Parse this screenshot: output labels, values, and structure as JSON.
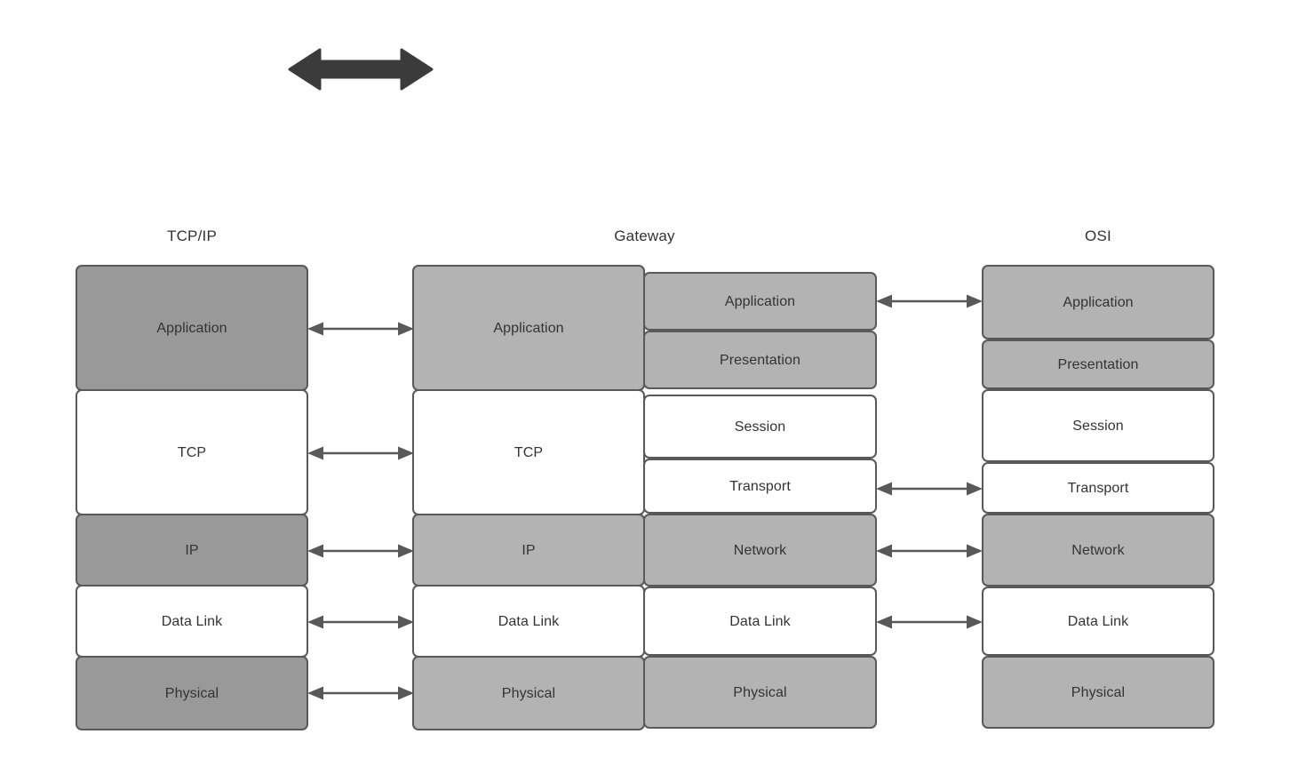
{
  "diagram": {
    "title_tcpip": "TCP/IP",
    "title_gateway": "Gateway",
    "title_osi": "OSI",
    "colors": {
      "fill_dark_gray": "#999999",
      "fill_light_gray": "#b3b3b3",
      "fill_white": "#ffffff",
      "stroke": "#595959",
      "big_arrow": "#3b3b3b",
      "text": "#333333"
    }
  },
  "columns": {
    "tcpip": {
      "label": "TCP/IP",
      "layers": [
        {
          "label": "Application",
          "fill": "dark-gray"
        },
        {
          "label": "TCP",
          "fill": "white"
        },
        {
          "label": "IP",
          "fill": "dark-gray"
        },
        {
          "label": "Data Link",
          "fill": "white"
        },
        {
          "label": "Physical",
          "fill": "dark-gray"
        }
      ]
    },
    "gateway": {
      "label": "Gateway",
      "left_layers": [
        {
          "label": "Application",
          "fill": "light-gray"
        },
        {
          "label": "TCP",
          "fill": "white"
        },
        {
          "label": "IP",
          "fill": "light-gray"
        },
        {
          "label": "Data Link",
          "fill": "white"
        },
        {
          "label": "Physical",
          "fill": "light-gray"
        }
      ],
      "right_layers": [
        {
          "label": "Application",
          "fill": "light-gray"
        },
        {
          "label": "Presentation",
          "fill": "light-gray"
        },
        {
          "label": "Session",
          "fill": "white"
        },
        {
          "label": "Transport",
          "fill": "white"
        },
        {
          "label": "Network",
          "fill": "light-gray"
        },
        {
          "label": "Data Link",
          "fill": "white"
        },
        {
          "label": "Physical",
          "fill": "light-gray"
        }
      ]
    },
    "osi": {
      "label": "OSI",
      "layers": [
        {
          "label": "Application",
          "fill": "light-gray"
        },
        {
          "label": "Presentation",
          "fill": "light-gray"
        },
        {
          "label": "Session",
          "fill": "white"
        },
        {
          "label": "Transport",
          "fill": "white"
        },
        {
          "label": "Network",
          "fill": "light-gray"
        },
        {
          "label": "Data Link",
          "fill": "white"
        },
        {
          "label": "Physical",
          "fill": "light-gray"
        }
      ]
    }
  },
  "connectors": {
    "left_group": [
      {
        "from": "Application",
        "to": "Application"
      },
      {
        "from": "TCP",
        "to": "TCP"
      },
      {
        "from": "IP",
        "to": "IP"
      },
      {
        "from": "Data Link",
        "to": "Data Link"
      },
      {
        "from": "Physical",
        "to": "Physical"
      }
    ],
    "right_group": [
      {
        "from": "Application",
        "to": "Application"
      },
      {
        "from": "Transport",
        "to": "Transport"
      },
      {
        "from": "Network",
        "to": "Network"
      },
      {
        "from": "Data Link",
        "to": "Data Link"
      }
    ]
  },
  "top_arrow": {
    "name": "bidirectional-arrow",
    "direction": "both"
  }
}
